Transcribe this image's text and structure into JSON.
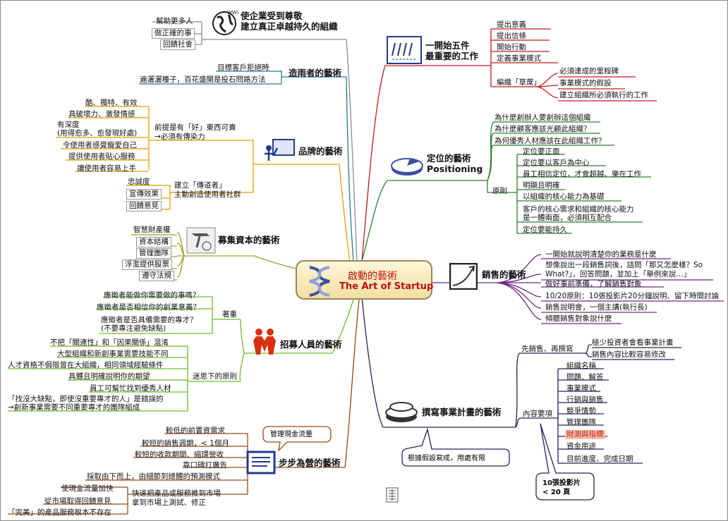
{
  "center": {
    "line1": "啟動的藝術",
    "line2": "The Art of Startup"
  },
  "colors": {
    "red": "#c41a1a",
    "green": "#2f7d2f",
    "purple": "#6a2a82",
    "navy": "#24245a",
    "grey": "#8c8c8c",
    "teal": "#1f7f8f",
    "orange": "#e0a000",
    "olive": "#9aa028",
    "lime": "#6cbf2a",
    "brown": "#9a4a14"
  },
  "branches": {
    "first_five": {
      "label": [
        "一開始五件",
        "最重要的工作"
      ],
      "items": [
        "提出意義",
        "提出信條",
        "開始行動",
        "定義事業模式",
        "編織「草蓆」"
      ],
      "sub": [
        "必須達成的里程碑",
        "事業模式的假設",
        "建立組織所必須執行的工作"
      ]
    },
    "positioning": {
      "label": [
        "定位的藝術",
        "Positioning"
      ],
      "items": [
        "為什麼創辦人要創辦這個組織",
        "為什麼顧客應該光顧此組織？",
        "為何優秀人材應該在此組織工作？"
      ],
      "group": "原則",
      "sub": [
        "定位要正面",
        "定位要以客戶為中心",
        "員工相信定位，才會超越、樂在工作",
        "明顯且明確",
        "以組織的核心能力為基礎",
        "客戶的核心需求和組織的核心能力",
        "是一體兩面，必須相互配合",
        "定位要能持久"
      ]
    },
    "sales": {
      "label": "銷售的藝術",
      "items": [
        "一開始就說明清楚你的業務是什麼",
        "想像說出一段銷售詞後，詰問「那又怎麼樣？So",
        "What?」，回答問題，並加上「舉例來說…」",
        "做好事前準備，了解銷售對象",
        "10/20原則：10張投影片20分鐘說明、留下時間討論",
        "銷售說明會，一個主講(執行長)",
        "傾聽銷售對象說什麼"
      ]
    },
    "business_plan": {
      "label": "撰寫事業計畫的藝術",
      "group1": "先銷售、再撰寫",
      "sub1": [
        "極少投資者會看事業計畫",
        "銷售內容比較容易修改"
      ],
      "group2": "內容要項",
      "sub2": [
        "組織名稱",
        "問題、解答",
        "事業模式",
        "行銷與銷售",
        "競爭情勢",
        "管理團隊",
        "財測與指標",
        "資金用途",
        "目前進度、完成日期"
      ],
      "callout1": "根據假設寫成，用處有限",
      "callout2": [
        "10張投影片",
        "< 20 頁"
      ]
    },
    "respect": {
      "label": [
        "使企業受到尊敬",
        "建立真正卓越持久的組織"
      ],
      "items": [
        "幫助更多人",
        "做正確的事",
        "回饋社會"
      ]
    },
    "rainmaker": {
      "label": "造雨者的藝術",
      "items": [
        "目標客戶拒絕時",
        "遍灑灑種子，百花盛開是投石問路方法"
      ]
    },
    "brand": {
      "label": "品牌的藝術",
      "group1": [
        "前提是有「好」東西可賣",
        "→必須有傳染力"
      ],
      "sub1": [
        "酷、獨特、有效",
        "具破壞力、激發情感",
        "有深度",
        "(用得愈多、愈發現好處)",
        "令使用者感覺寵愛自己",
        "提供使用者貼心服務",
        "讓使用者容易上手"
      ],
      "group2": [
        "建立「傳道者」",
        "主動創造使用者社群"
      ],
      "sub2": [
        "忠誠度",
        "宣傳效果",
        "回饋意見"
      ]
    },
    "funding": {
      "label": "募集資本的藝術",
      "items": [
        "智慧財產權",
        "資本結構",
        "管理團隊",
        "浮濫提供股票",
        "遵守法規"
      ]
    },
    "recruit": {
      "label": "招募人員的藝術",
      "group1": "著重",
      "sub1": [
        "應徵者能做你需要做的事嗎？",
        "應徵者是否相信你的創業意義？",
        "應徵者是否具備需要的專才？",
        "(不要專注避免缺點)"
      ],
      "group2": "迷思下的原則",
      "sub2": [
        "不把「關連性」和「因果關係」混淆",
        "大型組織和新創事業需要技能不同",
        "人才資格不侷限曾在大組織，相同領域經驗條件",
        "具體且明確說明你的期望",
        "員工可幫忙找到優秀人材",
        "「找沒大缺點，即使沒重要專才的人」是錯誤的",
        "→創新事業需要不同重要專才的團隊組成"
      ]
    },
    "bootstrap": {
      "label": "步步為營的藝術",
      "callout": "管理現金流量",
      "items": [
        "較低的前置資需求",
        "較短的銷售週期，< 1個月",
        "較短的收款期間、縮環營收",
        "靠口碑打廣告",
        "採取由下而上，由細節到總體的預測模式"
      ],
      "group": [
        "快速把產品或服務推到市場",
        "拿到市場上測試、修正"
      ],
      "sub": [
        "使現金流量加快",
        "從市場取得回饋意見",
        "「完美」的產品服務根本不存在"
      ]
    }
  }
}
